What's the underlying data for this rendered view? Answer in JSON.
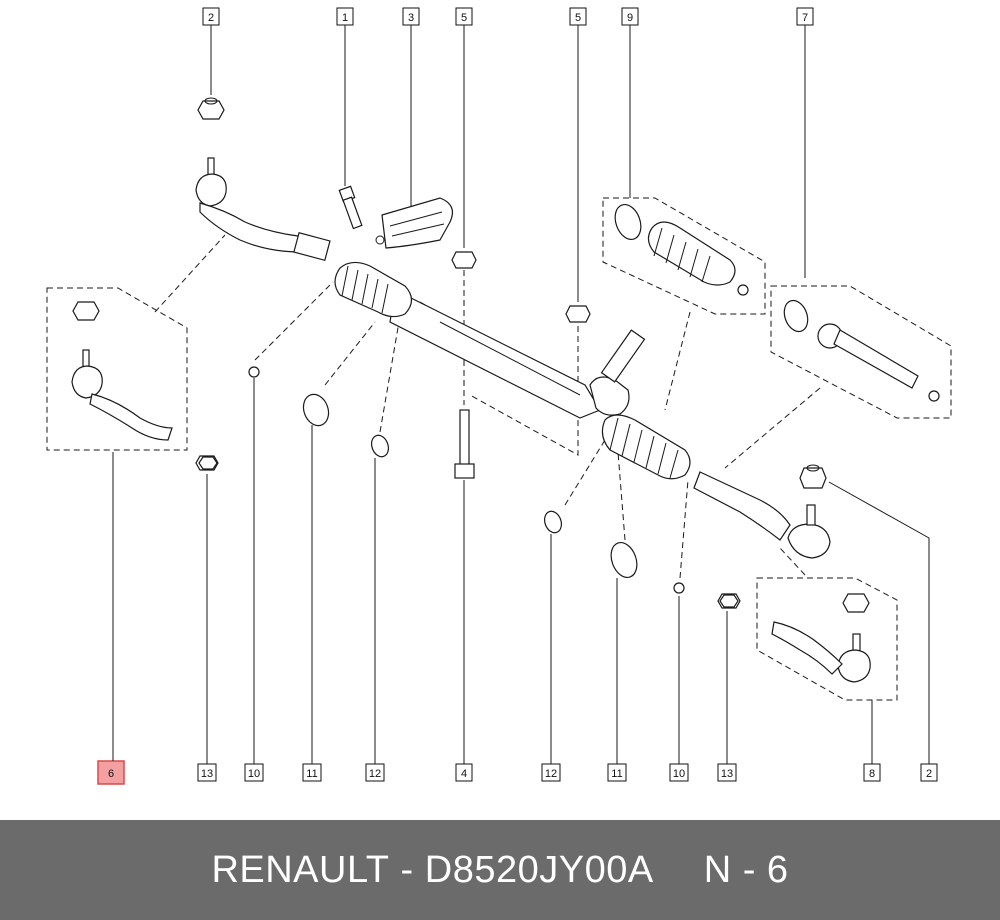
{
  "callouts": {
    "top": [
      "2",
      "1",
      "3",
      "5",
      "5",
      "9",
      "7"
    ],
    "bottom": [
      "6",
      "13",
      "10",
      "11",
      "12",
      "4",
      "12",
      "11",
      "10",
      "13",
      "8",
      "2"
    ]
  },
  "highlight": {
    "label": "6",
    "color": "#f4a0a0",
    "border": "#d84a4a"
  },
  "footer": {
    "brand": "RENAULT",
    "separator": "-",
    "part_number": "D8520JY00A",
    "ref": "N - 6",
    "background": "#6b6b6b"
  }
}
